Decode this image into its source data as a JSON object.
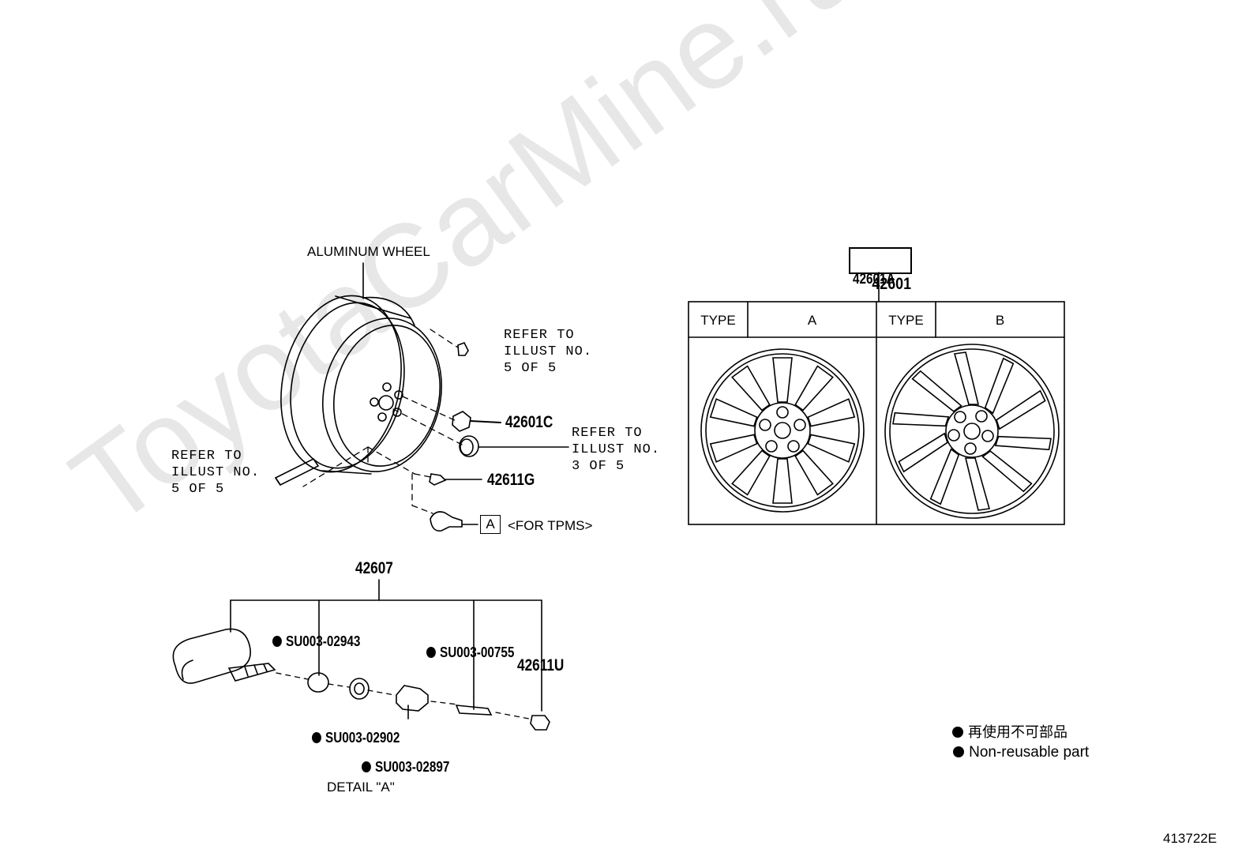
{
  "diagram": {
    "watermark": "ToyotaCarMine.ru",
    "illustration_code": "413722E",
    "wheel": {
      "title": "ALUMINUM WHEEL",
      "refer_top": [
        "REFER TO",
        "ILLUST NO.",
        "5 OF 5"
      ],
      "refer_left": [
        "REFER TO",
        "ILLUST NO.",
        "5 OF 5"
      ],
      "refer_right": [
        "REFER TO",
        "ILLUST NO.",
        "3 OF 5"
      ],
      "part_hub_cap": "42601C",
      "part_valve": "42611G",
      "tpms_box": "A",
      "tpms_label": "<FOR TPMS>"
    },
    "detail": {
      "assembly_part": "42607",
      "parts": [
        {
          "code": "SU003-02943",
          "nonreusable": true
        },
        {
          "code": "SU003-00755",
          "nonreusable": true
        },
        {
          "code": "42611U",
          "nonreusable": false
        },
        {
          "code": "SU003-02902",
          "nonreusable": true
        },
        {
          "code": "SU003-02897",
          "nonreusable": true
        }
      ],
      "caption": "DETAIL \"A\""
    },
    "type_table": {
      "highlighted_part": "42601",
      "sub_part": "42601A",
      "header": [
        {
          "label": "TYPE",
          "value": "A"
        },
        {
          "label": "TYPE",
          "value": "B"
        }
      ]
    },
    "legend": {
      "ja": "再使用不可部品",
      "en": "Non-reusable part"
    }
  }
}
